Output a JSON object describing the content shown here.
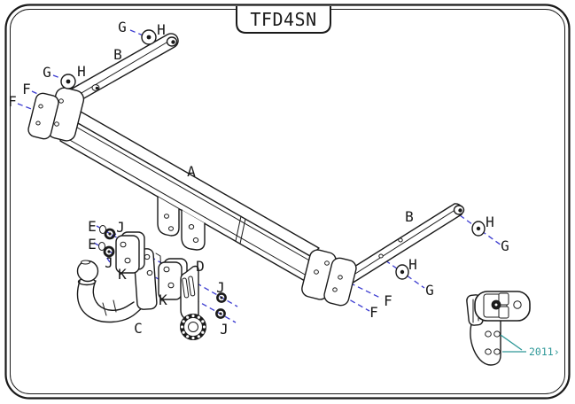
{
  "title": "TFD4SN",
  "note": {
    "text": "2011›"
  },
  "colors": {
    "line": "#1a1a1a",
    "leader_blue": "#3A3AD0",
    "note_teal": "#2E9898",
    "background": "#ffffff"
  },
  "labels": [
    "G",
    "H",
    "B",
    "G",
    "H",
    "F",
    "F",
    "A",
    "B",
    "H",
    "G",
    "H",
    "G",
    "F",
    "F",
    "E",
    "E",
    "J",
    "J",
    "K",
    "K",
    "C",
    "D",
    "J",
    "J"
  ]
}
